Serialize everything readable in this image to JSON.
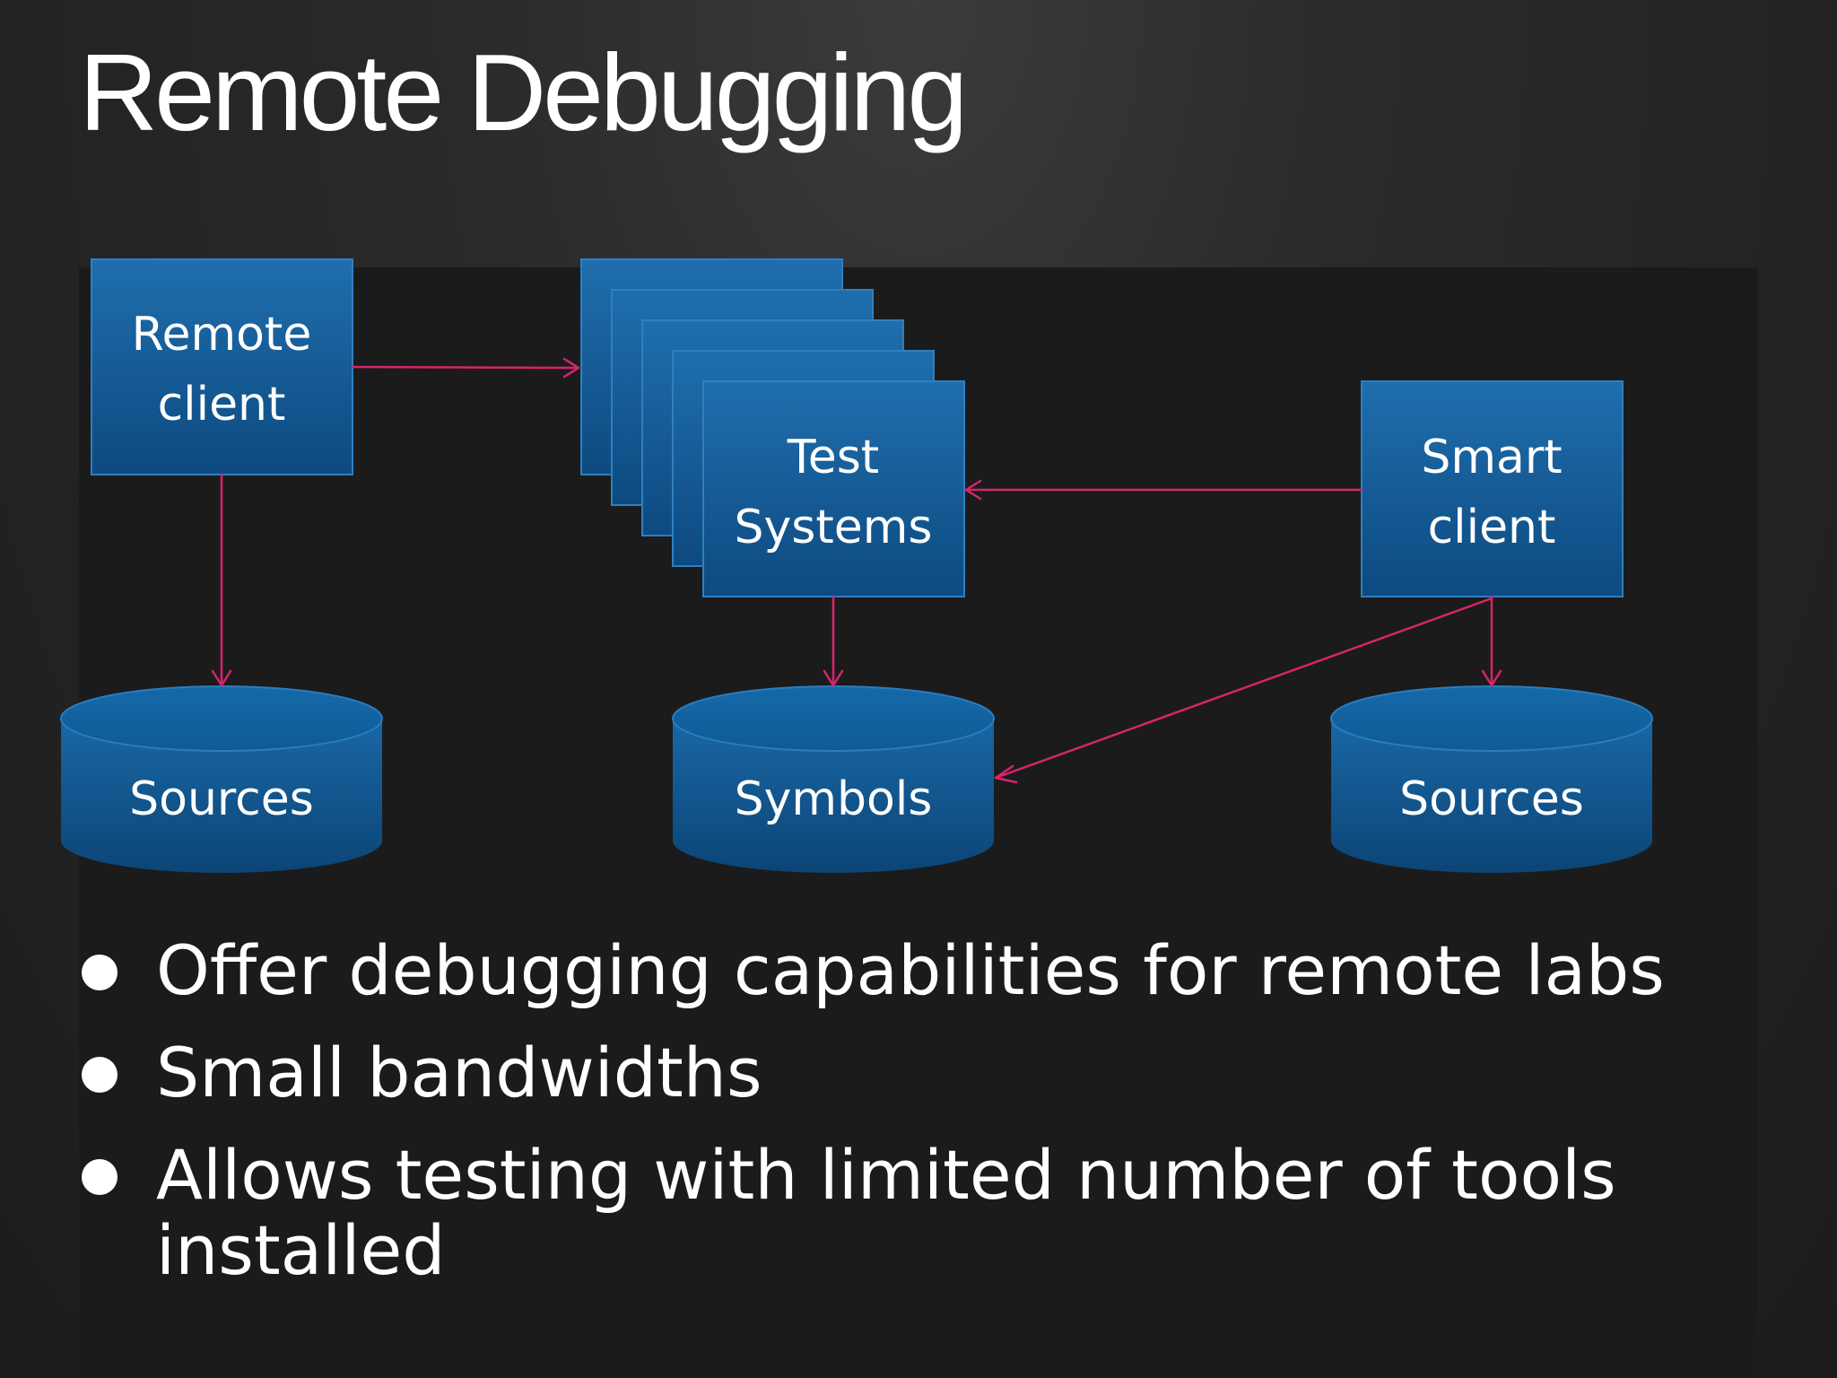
{
  "slide": {
    "title": "Remote Debugging"
  },
  "diagram": {
    "nodes": {
      "remote_client": [
        "Remote",
        "client"
      ],
      "test_systems": [
        "Test",
        "Systems"
      ],
      "smart_client": [
        "Smart",
        "client"
      ],
      "sources_left": "Sources",
      "symbols": "Symbols",
      "sources_right": "Sources"
    },
    "colors": {
      "box_top": "#1f6ead",
      "box_bottom": "#0d4a80",
      "box_border": "#2f7fc0",
      "arrow": "#d6246e"
    }
  },
  "bullets": [
    "Offer debugging capabilities for remote labs",
    "Small bandwidths",
    "Allows testing with limited number of tools installed"
  ]
}
